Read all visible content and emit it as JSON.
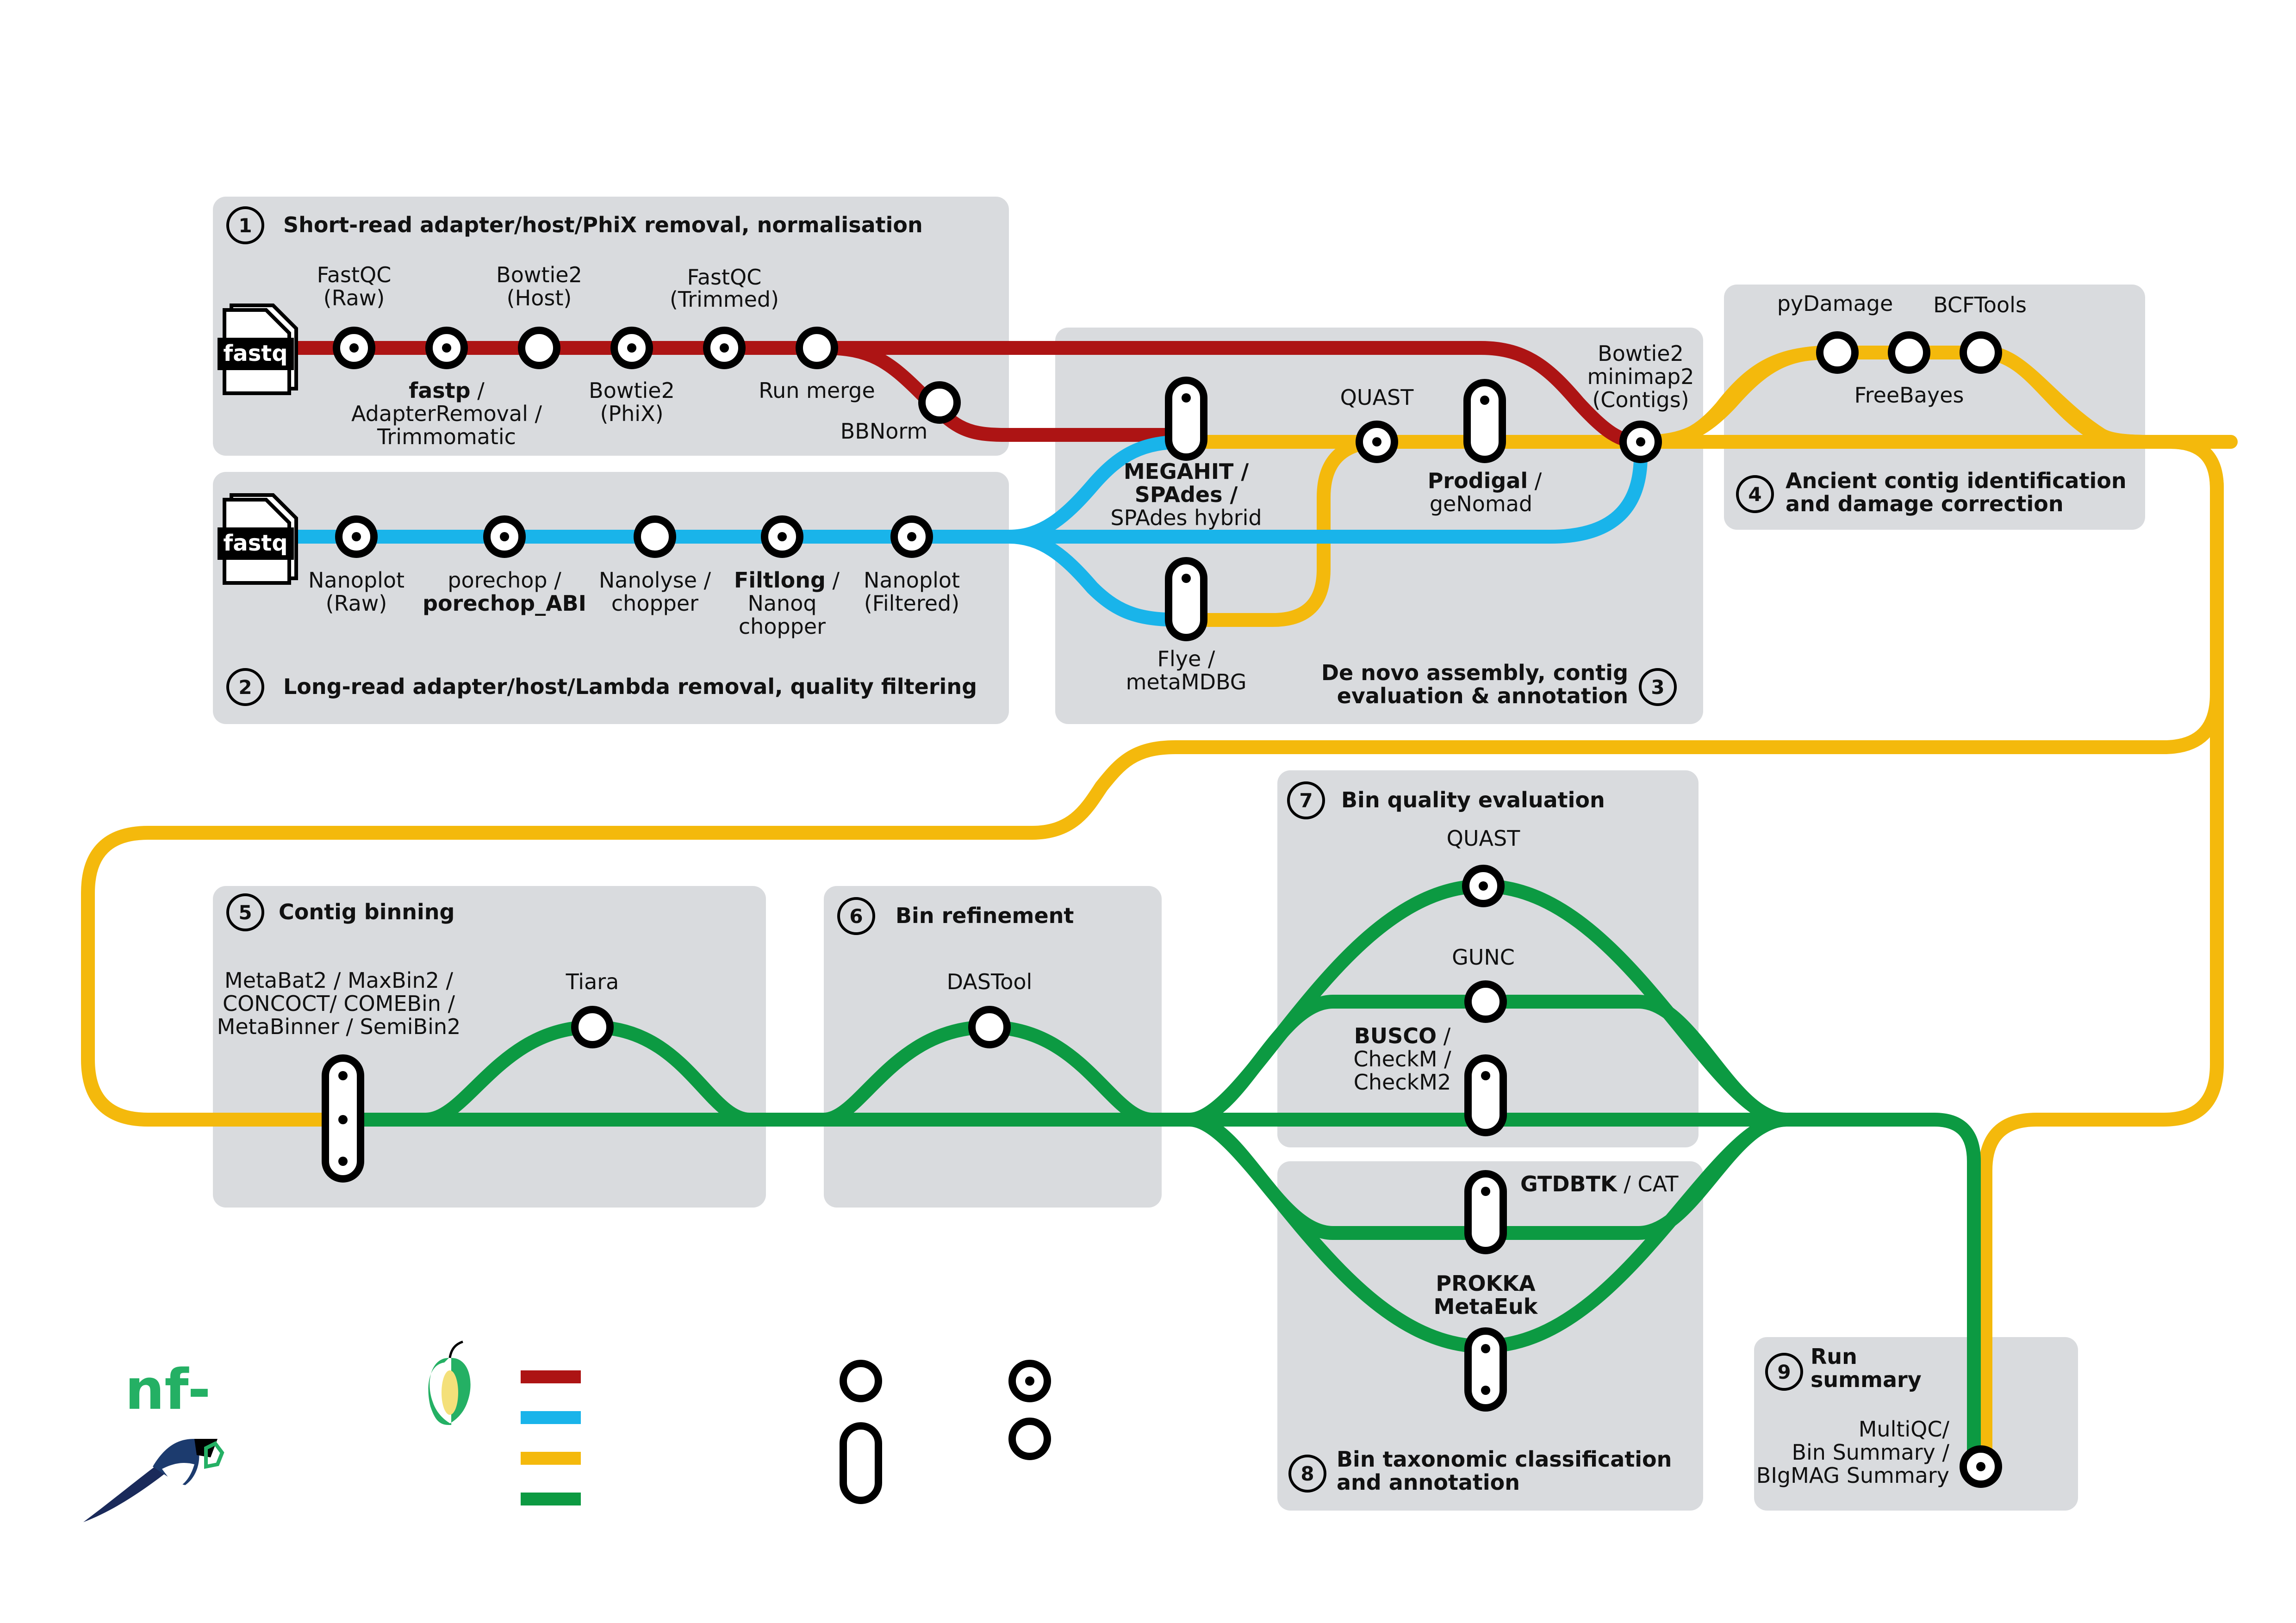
{
  "colors": {
    "panel": "#d9dbde",
    "short_read": "#ad1414",
    "long_read": "#19b4ea",
    "assembly": "#f4b90c",
    "binning": "#0c9a42",
    "station_fill": "#ffffff",
    "station_stroke": "#000000",
    "logo_green": "#24b064"
  },
  "sections": [
    {
      "num": "1",
      "title": "Short-read adapter/host/PhiX removal, normalisation"
    },
    {
      "num": "2",
      "title": "Long-read adapter/host/Lambda removal, quality filtering"
    },
    {
      "num": "3",
      "title_lines": [
        "De novo assembly, contig",
        "evaluation & annotation"
      ]
    },
    {
      "num": "4",
      "title_lines": [
        "Ancient contig identification",
        "and damage correction"
      ]
    },
    {
      "num": "5",
      "title": "Contig binning"
    },
    {
      "num": "6",
      "title": "Bin refinement"
    },
    {
      "num": "7",
      "title": "Bin quality evaluation"
    },
    {
      "num": "8",
      "title_lines": [
        "Bin taxonomic classification",
        "and annotation"
      ]
    },
    {
      "num": "9",
      "title_lines": [
        "Run",
        "summary"
      ]
    }
  ],
  "inputs": {
    "file_label": "fastq"
  },
  "stations": {
    "fastqc_raw": [
      "FastQC",
      "(Raw)"
    ],
    "fastp": [
      "fastp",
      " /",
      "AdapterRemoval /",
      "Trimmomatic"
    ],
    "bowtie2_host": [
      "Bowtie2",
      "(Host)"
    ],
    "bowtie2_phix": [
      "Bowtie2",
      "(PhiX)"
    ],
    "fastqc_trimmed": [
      "FastQC",
      "(Trimmed)"
    ],
    "run_merge": "Run merge",
    "bbnorm": "BBNorm",
    "nanoplot_raw": [
      "Nanoplot",
      "(Raw)"
    ],
    "porechop": [
      "porechop /",
      "porechop_ABI"
    ],
    "nanolyse": [
      "Nanolyse /",
      "chopper"
    ],
    "filtlong": [
      "Filtlong",
      " /",
      "Nanoq",
      "chopper"
    ],
    "nanoplot_filtered": [
      "Nanoplot",
      "(Filtered)"
    ],
    "megahit": [
      "MEGAHIT /",
      "SPAdes /",
      "SPAdes hybrid"
    ],
    "flye": [
      "Flye /",
      "metaMDBG"
    ],
    "quast_contigs": "QUAST",
    "prodigal": [
      "Prodigal",
      " /",
      "geNomad"
    ],
    "bowtie2_contigs": [
      "Bowtie2",
      "minimap2",
      "(Contigs)"
    ],
    "pydamage": "pyDamage",
    "bcftools": "BCFTools",
    "freebayes": "FreeBayes",
    "metabat": [
      "MetaBat2 / MaxBin2 /",
      "CONCOCT/ COMEBin /",
      "MetaBinner / SemiBin2"
    ],
    "tiara": "Tiara",
    "dastool": "DASTool",
    "quast_bins": "QUAST",
    "gunc": "GUNC",
    "busco": [
      "BUSCO",
      " /",
      "CheckM /",
      "CheckM2"
    ],
    "gtdbtk": [
      "GTDBTK",
      " / CAT"
    ],
    "prokka": [
      "PROKKA",
      "MetaEuk"
    ],
    "multiqc": [
      "MultiQC/",
      "Bin Summary /",
      "BIgMAG Summary"
    ]
  },
  "logo": {
    "prefix": "nf-"
  }
}
